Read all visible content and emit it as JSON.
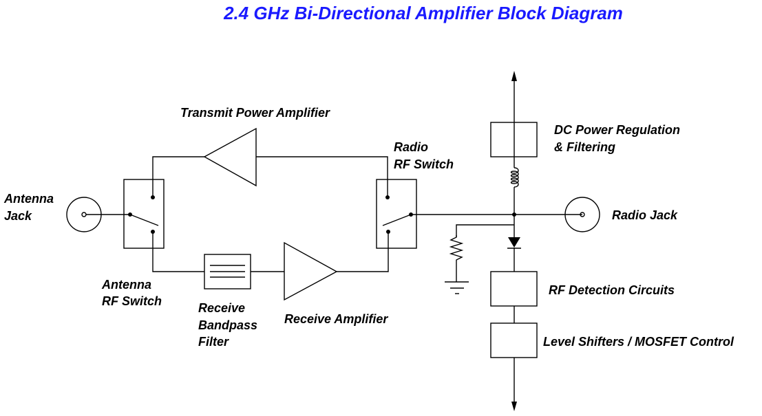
{
  "title": "2.4 GHz Bi-Directional Amplifier Block Diagram",
  "colors": {
    "title": "#1a1aff",
    "line": "#000000",
    "background": "#ffffff"
  },
  "labels": {
    "antenna_jack": [
      "Antenna",
      "Jack"
    ],
    "antenna_rf_switch": [
      "Antenna",
      "RF Switch"
    ],
    "transmit_power_amplifier": "Transmit Power Amplifier",
    "receive_bandpass_filter": [
      "Receive",
      "Bandpass",
      "Filter"
    ],
    "receive_amplifier": "Receive Amplifier",
    "radio_rf_switch": [
      "Radio",
      "RF Switch"
    ],
    "dc_power_regulation": [
      "DC Power Regulation",
      "& Filtering"
    ],
    "radio_jack": "Radio Jack",
    "rf_detection_circuits": "RF Detection Circuits",
    "level_shifters": "Level Shifters / MOSFET Control"
  },
  "components": [
    {
      "id": "antenna-jack",
      "type": "coax-connector"
    },
    {
      "id": "antenna-rf-switch",
      "type": "spdt-switch"
    },
    {
      "id": "transmit-power-amplifier",
      "type": "amplifier",
      "direction": "left"
    },
    {
      "id": "receive-bandpass-filter",
      "type": "filter"
    },
    {
      "id": "receive-amplifier",
      "type": "amplifier",
      "direction": "right"
    },
    {
      "id": "radio-rf-switch",
      "type": "spdt-switch"
    },
    {
      "id": "dc-power-regulation",
      "type": "block"
    },
    {
      "id": "rf-choke",
      "type": "inductor"
    },
    {
      "id": "radio-jack",
      "type": "coax-connector"
    },
    {
      "id": "detector-diode",
      "type": "diode"
    },
    {
      "id": "load-resistor",
      "type": "resistor"
    },
    {
      "id": "ground",
      "type": "ground"
    },
    {
      "id": "rf-detection-circuits",
      "type": "block"
    },
    {
      "id": "level-shifters",
      "type": "block"
    }
  ]
}
